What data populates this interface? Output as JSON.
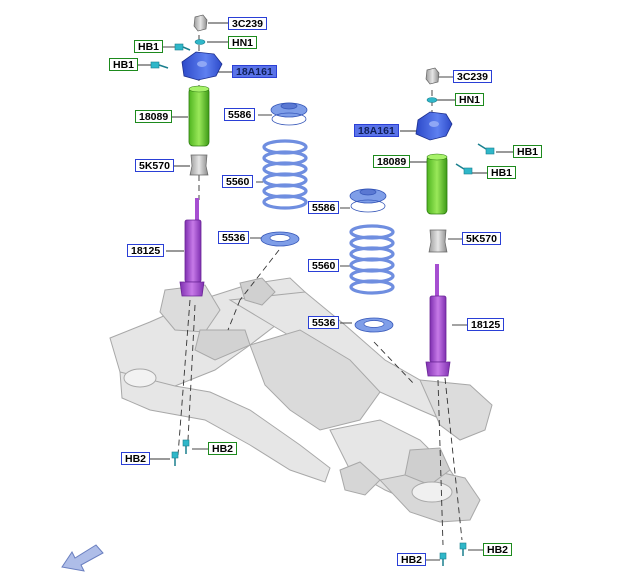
{
  "diagram": {
    "labels": {
      "l_3c239_a": "3C239",
      "l_hb1_a": "HB1",
      "l_hn1_a": "HN1",
      "l_hb1_b": "HB1",
      "l_18a161_a": "18A161",
      "l_18089_a": "18089",
      "l_5586_a": "5586",
      "l_5k570_a": "5K570",
      "l_5560_a": "5560",
      "l_5536_a": "5536",
      "l_18125_a": "18125",
      "l_hb2_a": "HB2",
      "l_hb2_b": "HB2",
      "l_3c239_b": "3C239",
      "l_hn1_b": "HN1",
      "l_18a161_b": "18A161",
      "l_hb1_c": "HB1",
      "l_18089_b": "18089",
      "l_hb1_d": "HB1",
      "l_5586_b": "5586",
      "l_5k570_b": "5K570",
      "l_5560_b": "5560",
      "l_5536_b": "5536",
      "l_18125_b": "18125",
      "l_hb2_c": "HB2",
      "l_hb2_d": "HB2"
    },
    "colors": {
      "label_blue": "#2a3fd6",
      "label_green": "#1d8a1d",
      "highlight_blue": "#5a73e8",
      "bumper_green": "#7fd63a",
      "shock_purple": "#a64fd1",
      "spring_blue": "#6f8ee0",
      "bolt_cyan": "#2fb7c9",
      "subframe_gray": "#e4e4e4"
    },
    "icons": [
      "front-direction-arrow-icon"
    ]
  }
}
